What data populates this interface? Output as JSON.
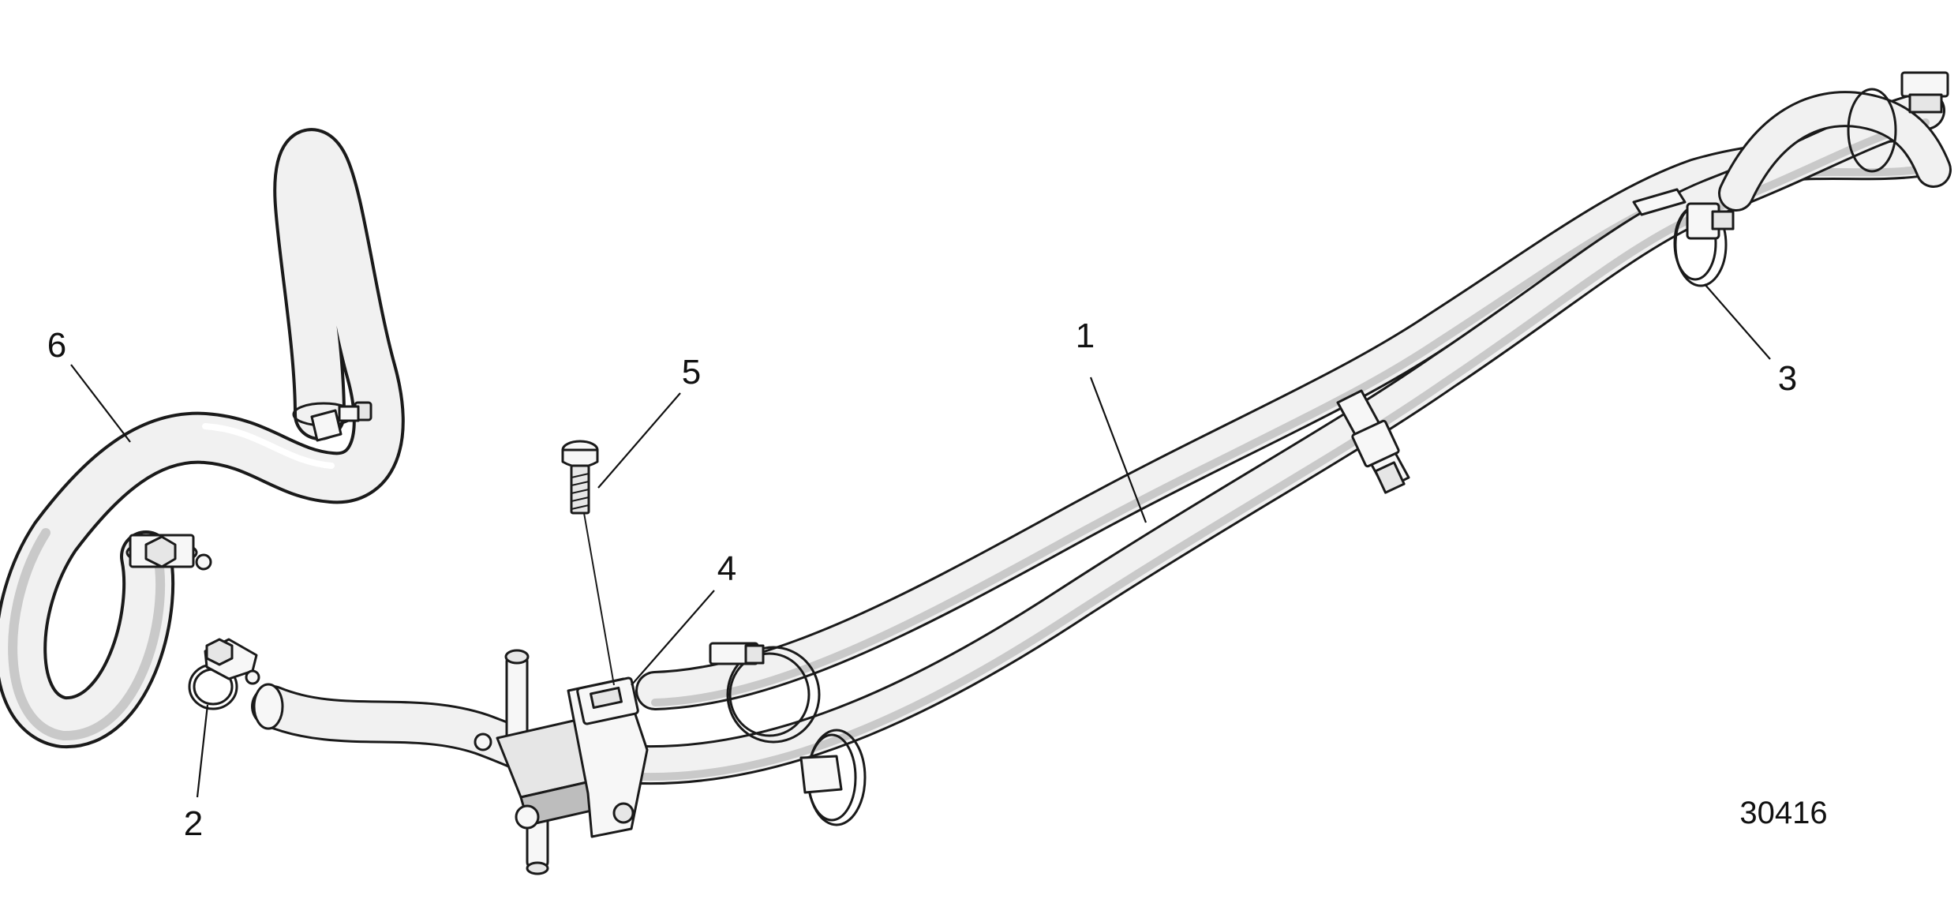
{
  "figure_number": "30416",
  "callouts": [
    {
      "label": "1"
    },
    {
      "label": "2"
    },
    {
      "label": "3"
    },
    {
      "label": "4"
    },
    {
      "label": "5"
    },
    {
      "label": "6"
    }
  ]
}
